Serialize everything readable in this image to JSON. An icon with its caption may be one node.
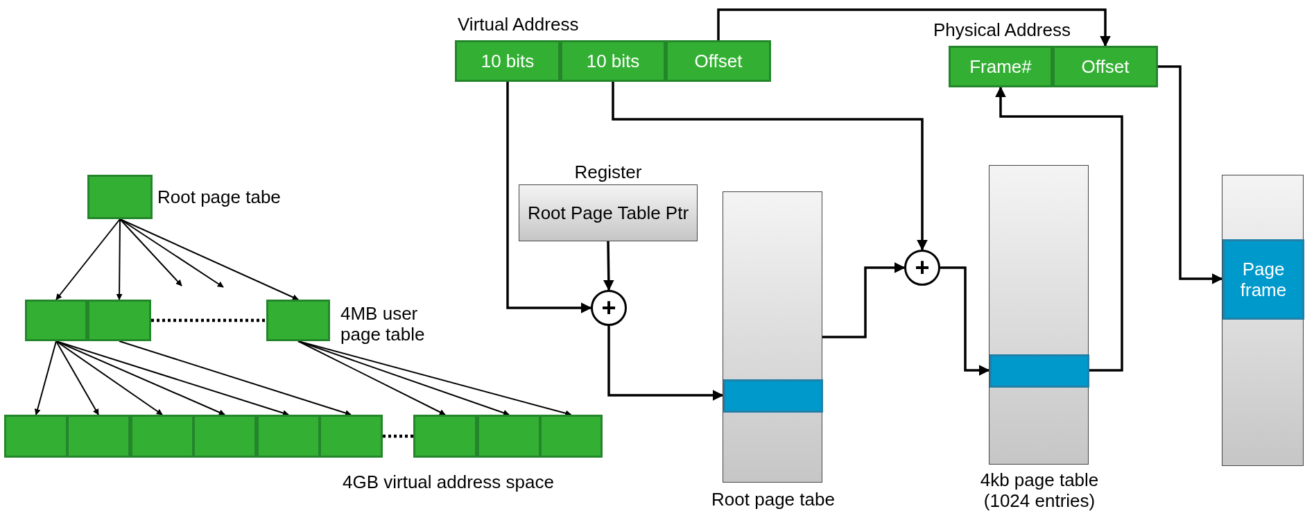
{
  "diagram": {
    "nodes": [
      {
        "text": [],
        "shape": "box",
        "beside": [
          "Root page tabe"
        ]
      },
      {
        "text": [],
        "shape": "box"
      },
      {
        "text": [],
        "shape": "box"
      },
      {
        "text": [],
        "shape": "box",
        "beside": [
          "4MB user page table"
        ]
      },
      {
        "text": [],
        "shape": "box"
      },
      {
        "text": [],
        "shape": "box"
      },
      {
        "text": [],
        "shape": "box"
      },
      {
        "text": [],
        "shape": "box"
      },
      {
        "text": [],
        "shape": "box"
      },
      {
        "text": [],
        "shape": "box"
      },
      {
        "text": [],
        "shape": "box"
      },
      {
        "text": [],
        "shape": "box"
      },
      {
        "text": [],
        "shape": "box"
      },
      {
        "text": [
          "10 bits"
        ]
      },
      {
        "text": [
          "10 bits"
        ]
      },
      {
        "text": [
          "Offset"
        ]
      },
      {
        "text": [
          "Frame#"
        ]
      },
      {
        "text": [
          "Offset"
        ]
      },
      {
        "text": [
          "Register",
          "Root Page Table Ptr"
        ]
      },
      {
        "text": [
          "+"
        ]
      },
      {
        "text": [
          "+"
        ]
      },
      {
        "text": [],
        "shape": "box",
        "beside": [
          "Root page tabe"
        ]
      },
      {
        "text": [],
        "shape": "box",
        "in": 21
      },
      {
        "text": [],
        "shape": "box",
        "beside": [
          "4kb page table (1024 entries)"
        ]
      },
      {
        "text": [],
        "shape": "box",
        "in": 23
      },
      {
        "text": [],
        "shape": "box"
      },
      {
        "text": [
          "Page frame"
        ],
        "in": 25
      }
    ],
    "edges": [
      {
        "from": 0,
        "to": 1,
        "arrow": "to"
      },
      {
        "from": 0,
        "to": 2,
        "arrow": "to"
      },
      {
        "from": 0,
        "to": null,
        "arrow": "to"
      },
      {
        "from": 0,
        "to": null,
        "arrow": "to"
      },
      {
        "from": 0,
        "to": 3,
        "arrow": "to"
      },
      {
        "from": 2,
        "to": 3,
        "arrow": "none",
        "style": "dashed"
      },
      {
        "from": 1,
        "to": 4,
        "arrow": "to"
      },
      {
        "from": 1,
        "to": 5,
        "arrow": "to"
      },
      {
        "from": 1,
        "to": 6,
        "arrow": "to"
      },
      {
        "from": 1,
        "to": 7,
        "arrow": "to"
      },
      {
        "from": 1,
        "to": 8,
        "arrow": "to"
      },
      {
        "from": 2,
        "to": 9,
        "arrow": "to"
      },
      {
        "from": 3,
        "to": 10,
        "arrow": "to"
      },
      {
        "from": 3,
        "to": 11,
        "arrow": "to"
      },
      {
        "from": 3,
        "to": 12,
        "arrow": "to"
      },
      {
        "from": 9,
        "to": 10,
        "arrow": "none",
        "style": "dashed"
      },
      {
        "from": 13,
        "to": 19,
        "arrow": "to"
      },
      {
        "from": 18,
        "to": 19,
        "arrow": "to"
      },
      {
        "from": 19,
        "to": 22,
        "arrow": "to"
      },
      {
        "from": 14,
        "to": 20,
        "arrow": "to"
      },
      {
        "from": 21,
        "to": 20,
        "arrow": "to"
      },
      {
        "from": 20,
        "to": 24,
        "arrow": "to"
      },
      {
        "from": 24,
        "to": 16,
        "arrow": "to"
      },
      {
        "from": 15,
        "to": 17,
        "arrow": "to"
      },
      {
        "from": 17,
        "to": 26,
        "arrow": "to"
      }
    ],
    "labels": [
      "Virtual Address",
      "Physical Address",
      "4GB virtual address space"
    ]
  }
}
